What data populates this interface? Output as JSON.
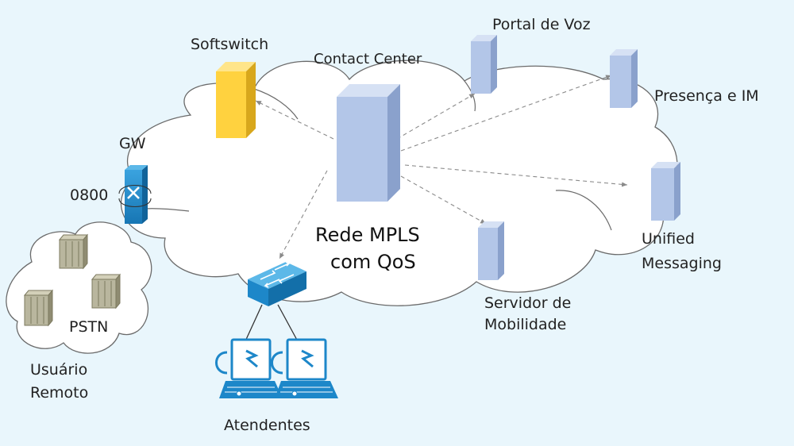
{
  "diagram": {
    "network_label": {
      "line1": "Rede MPLS",
      "line2": "com QoS"
    },
    "labels": {
      "softswitch": "Softswitch",
      "contact_center": "Contact Center",
      "portal_de_voz": "Portal de Voz",
      "presenca_im": "Presença e IM",
      "unified_line1": "Unified",
      "unified_line2": "Messaging",
      "servidor_line1": "Servidor de",
      "servidor_line2": "Mobilidade",
      "gw": "GW",
      "n0800": "0800",
      "pstn": "PSTN",
      "usuario_line1": "Usuário",
      "usuario_line2": "Remoto",
      "atendentes": "Atendentes"
    },
    "colors": {
      "background": "#e9f6fc",
      "cloud_fill": "#ffffff",
      "cloud_stroke": "#6b6b6b",
      "server_blue": "#b3c6e8",
      "softswitch_yellow": "#ffd23f",
      "cisco_blue": "#1d87c9",
      "pstn_box": "#b9b69e"
    }
  }
}
